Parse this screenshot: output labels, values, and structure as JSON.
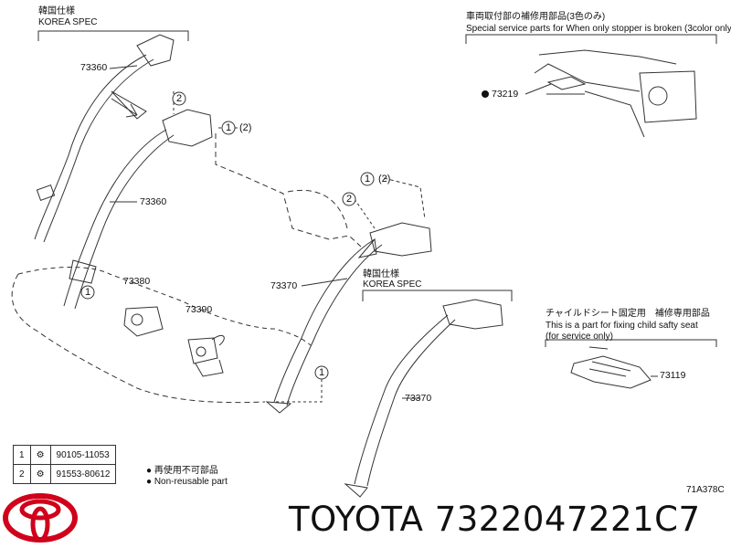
{
  "header_left": {
    "jp": "韓国仕様",
    "en": "KOREA SPEC"
  },
  "header_mid": {
    "jp": "韓国仕様",
    "en": "KOREA SPEC"
  },
  "header_right": {
    "jp": "車両取付部の補修用部品(3色のみ)",
    "en": "Special service parts for When only stopper is broken (3color only)"
  },
  "child_seat_note": {
    "jp": "チャイルドシート固定用　補修専用部品",
    "line1": "This is a part for fixing child safty seat",
    "line2": "(for service only)"
  },
  "parts": {
    "p73360a": "73360",
    "p73360b": "73360",
    "p73380": "73380",
    "p73390": "73390",
    "p73370a": "73370",
    "p73370b": "73370",
    "p73219": "73219",
    "p73119": "73119"
  },
  "marks": {
    "m1": "1",
    "m1b": "(2)",
    "m2": "2",
    "m3": "1",
    "m3b": "(2)",
    "m4": "2",
    "m5": "1",
    "m6": "1"
  },
  "legend": {
    "rows": [
      {
        "num": "1",
        "part": "90105-11053",
        "note_jp": "再使用不可部品",
        "note_en": "Non-reusable part"
      },
      {
        "num": "2",
        "part": "91553-80612"
      }
    ]
  },
  "diagram_code": "71A378C",
  "brand": {
    "name": "TOYOTA",
    "part_number": "7322047221C7",
    "text": "TOYOTA 7322047221C7",
    "logo_color": "#d0021b"
  }
}
